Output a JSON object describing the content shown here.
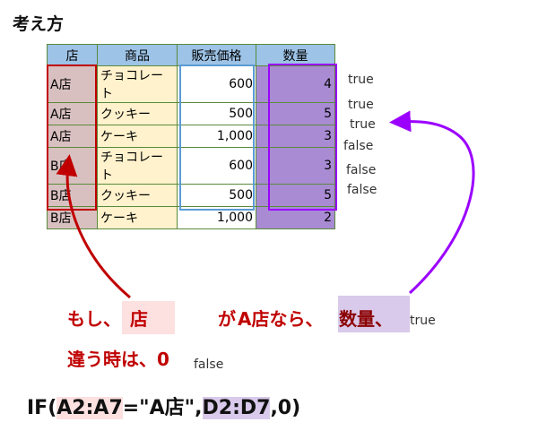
{
  "title": "考え方",
  "table": {
    "headers": [
      "店",
      "商品",
      "販売価格",
      "数量"
    ],
    "rows": [
      [
        "A店",
        "チョコレート",
        "600",
        "4"
      ],
      [
        "A店",
        "クッキー",
        "500",
        "5"
      ],
      [
        "A店",
        "ケーキ",
        "1,000",
        "3"
      ],
      [
        "B店",
        "チョコレート",
        "600",
        "3"
      ],
      [
        "B店",
        "クッキー",
        "500",
        "5"
      ],
      [
        "B店",
        "ケーキ",
        "1,000",
        "2"
      ]
    ]
  },
  "results": [
    "true",
    "true",
    "true",
    "false",
    "false",
    "false"
  ],
  "explanation": {
    "line1": {
      "part1": "もし、",
      "store": "店",
      "ga": "が",
      "condition": "A店なら、",
      "qty": "数量、",
      "result": "true"
    },
    "line2": {
      "text": "違う時は、0",
      "result": "false"
    }
  },
  "formula": {
    "prefix": "IF(",
    "range1": "A2:A7",
    "middle": "=\"A店\",",
    "range2": "D2:D7",
    "suffix": ",0)"
  },
  "colors": {
    "red": "#c00000",
    "purple": "#9b00ff",
    "pink_bg": "#fde0e0",
    "purple_bg": "#d9c9ea"
  }
}
